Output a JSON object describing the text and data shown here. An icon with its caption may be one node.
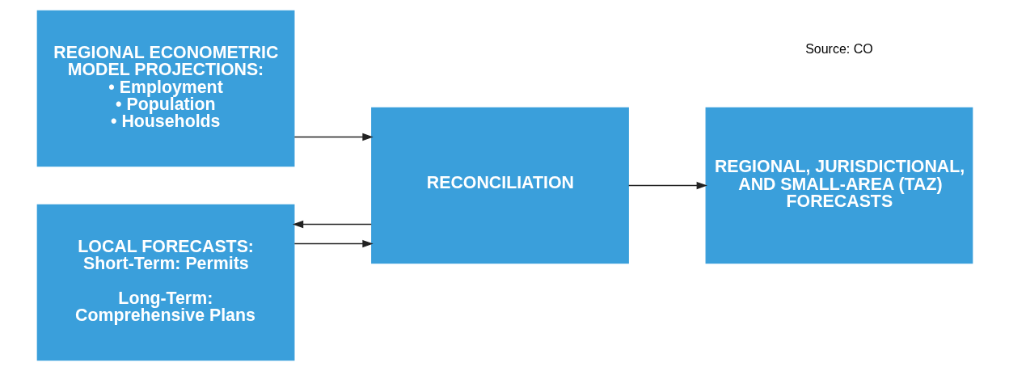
{
  "diagram": {
    "nodes": [
      {
        "text": [
          "REGIONAL ECONOMETRIC MODEL PROJECTIONS:",
          "• Employment",
          "• Population",
          "• Households"
        ]
      },
      {
        "text": [
          "LOCAL FORECASTS:",
          "Short-Term: Permits",
          "Long-Term: Comprehensive Plans"
        ]
      },
      {
        "text": [
          "RECONCILIATION"
        ]
      },
      {
        "text": [
          "REGIONAL, JURISDICTIONAL, AND SMALL-AREA (TAZ) FORECASTS"
        ]
      }
    ],
    "edges": [
      {
        "from": 0,
        "to": 2,
        "arrow": "to"
      },
      {
        "from": 1,
        "to": 2,
        "arrow": "to"
      },
      {
        "from": 2,
        "to": 3,
        "arrow": "to"
      },
      {
        "from": 2,
        "to": 1,
        "arrow": "to"
      }
    ],
    "labels": [
      "Source: CO"
    ]
  }
}
